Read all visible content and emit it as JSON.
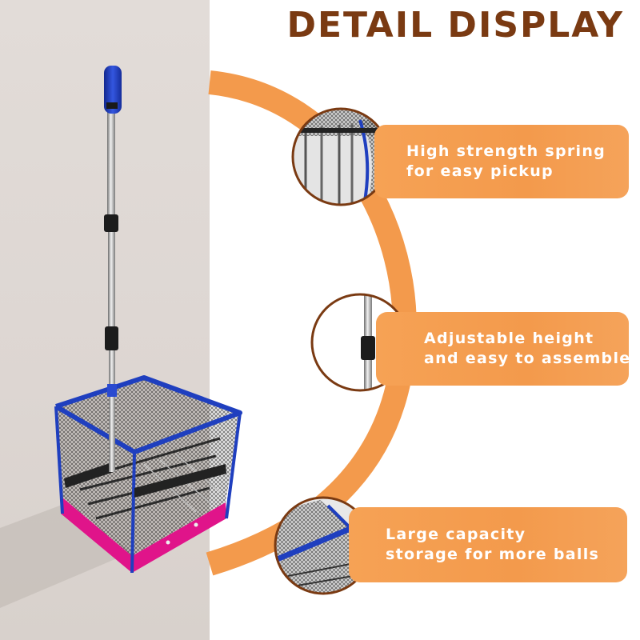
{
  "title": "DETAIL DISPLAY",
  "features": [
    {
      "line1": "High strength spring",
      "line2": "for easy pickup"
    },
    {
      "line1": "Adjustable height",
      "line2": "and easy to assemble"
    },
    {
      "line1": "Large capacity",
      "line2": "storage for more balls"
    }
  ],
  "colors": {
    "title": "#7a3a12",
    "accent_orange": "#f39a4c",
    "handle_blue": "#1f3fbf",
    "trim_pink": "#e0148a",
    "background_beige": "#ddd6d2"
  },
  "icons": [
    "ball-retriever-product",
    "spring-detail-closeup",
    "pole-joint-closeup",
    "basket-corner-closeup"
  ]
}
